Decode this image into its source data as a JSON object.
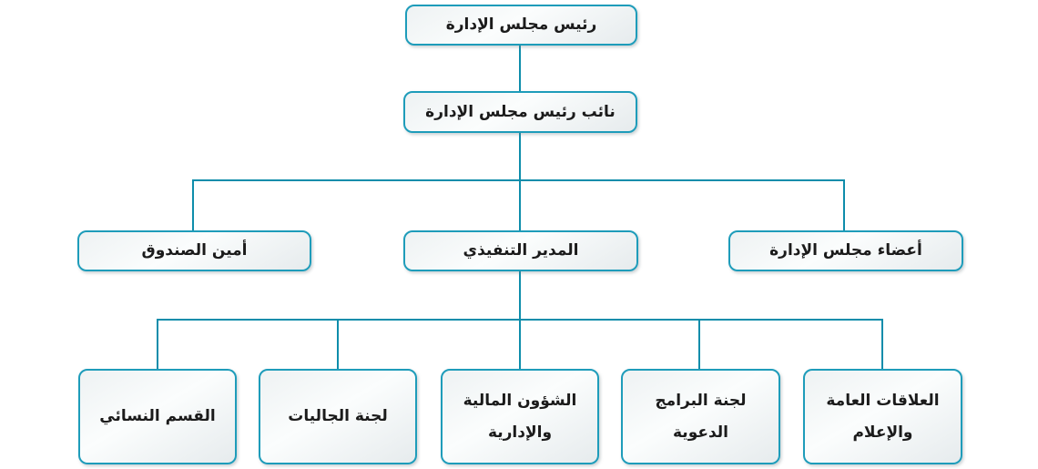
{
  "page": {
    "background_color": "#ffffff",
    "text_direction": "rtl"
  },
  "colors": {
    "connector_line": "#0e8dab",
    "node_border": "#1e9cba",
    "node_fill_top": "#eef2f3",
    "node_fill_bottom": "#e6ebed",
    "node_text": "#1b1b1b"
  },
  "org_chart": {
    "type": "organizational-chart",
    "nodes": {
      "chairman": {
        "label": "رئيس مجلس الإدارة",
        "level": 1
      },
      "vice_chairman": {
        "label": "نائب رئيس مجلس الإدارة",
        "level": 2
      },
      "treasurer": {
        "label": "أمين الصندوق",
        "level": 3
      },
      "executive_director": {
        "label": "المدير التنفيذي",
        "level": 3
      },
      "board_members": {
        "label": "أعضاء مجلس الإدارة",
        "level": 3
      },
      "womens_section": {
        "label": "القسم النسائي",
        "level": 4
      },
      "communities_committee": {
        "label": "لجنة الجاليات",
        "level": 4
      },
      "financial_admin_affairs": {
        "label": "الشؤون المالية والإدارية",
        "level": 4
      },
      "dawah_programs_committee": {
        "label": "لجنة البرامج الدعوية",
        "level": 4
      },
      "public_relations_media": {
        "label": "العلاقات العامة والإعلام",
        "level": 4
      }
    },
    "edges": [
      {
        "from": "chairman",
        "to": "vice_chairman"
      },
      {
        "from": "vice_chairman",
        "to": "treasurer"
      },
      {
        "from": "vice_chairman",
        "to": "executive_director"
      },
      {
        "from": "vice_chairman",
        "to": "board_members"
      },
      {
        "from": "executive_director",
        "to": "womens_section"
      },
      {
        "from": "executive_director",
        "to": "communities_committee"
      },
      {
        "from": "executive_director",
        "to": "financial_admin_affairs"
      },
      {
        "from": "executive_director",
        "to": "dawah_programs_committee"
      },
      {
        "from": "executive_director",
        "to": "public_relations_media"
      }
    ]
  }
}
